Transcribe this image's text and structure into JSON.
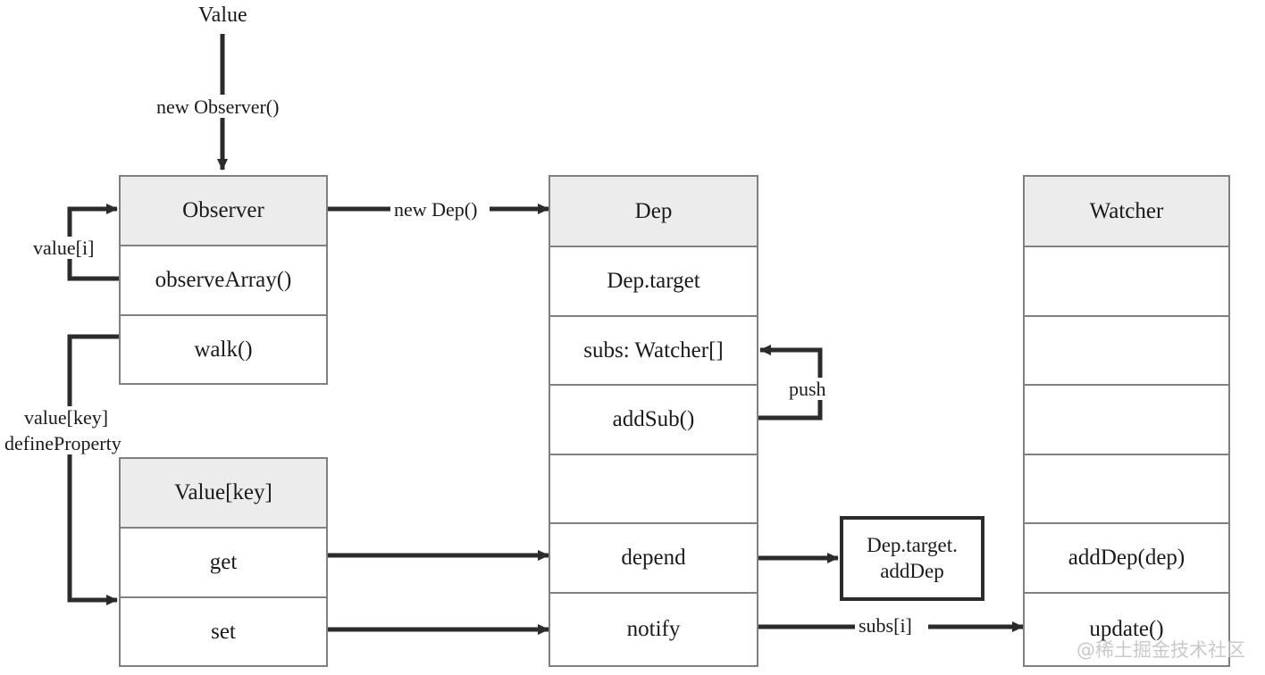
{
  "diagram": {
    "title_node": "Value",
    "watermark": "@稀土掘金技术社区",
    "classes": [
      {
        "id": "observer",
        "header": "Observer",
        "rows": [
          "observeArray()",
          "walk()",
          ""
        ]
      },
      {
        "id": "value-key",
        "header": "Value[key]",
        "rows": [
          "get",
          "set",
          ""
        ]
      },
      {
        "id": "dep",
        "header": "Dep",
        "rows": [
          "Dep.target",
          "subs: Watcher[]",
          "addSub()",
          "",
          "depend",
          "notify"
        ]
      },
      {
        "id": "watcher",
        "header": "Watcher",
        "rows": [
          "",
          "",
          "",
          "",
          "addDep(dep)",
          "update()"
        ]
      }
    ],
    "plain_boxes": [
      {
        "id": "dep-target-adddep",
        "line1": "Dep.target.",
        "line2": "addDep"
      }
    ],
    "edge_labels": [
      {
        "id": "new-observer",
        "text": "new Observer()"
      },
      {
        "id": "new-dep",
        "text": "new Dep()"
      },
      {
        "id": "value-i",
        "text": "value[i]"
      },
      {
        "id": "value-key-line1",
        "text": "value[key]"
      },
      {
        "id": "value-key-line2",
        "text": "defineProperty"
      },
      {
        "id": "push",
        "text": "push"
      },
      {
        "id": "subs-i",
        "text": "subs[i]"
      }
    ],
    "colors": {
      "header_fill": "#ececec",
      "box_stroke": "#808080",
      "emphasis_stroke": "#2b2b2b",
      "wire": "#2b2b2b",
      "text": "#1a1a1a",
      "watermark": "#c9c9c9",
      "background": "#ffffff"
    }
  }
}
